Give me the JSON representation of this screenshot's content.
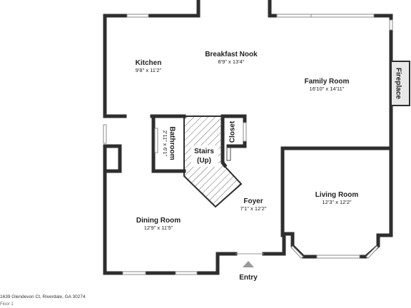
{
  "rooms": {
    "kitchen": {
      "name": "Kitchen",
      "dims": "9'8\" x 11'2\""
    },
    "breakfast_nook": {
      "name": "Breakfast Nook",
      "dims": "8'9\" x 13'4\""
    },
    "family_room": {
      "name": "Family Room",
      "dims": "16'10\" x 14'11\""
    },
    "fireplace": {
      "name": "Fireplace"
    },
    "bathroom": {
      "name": "Bathroom",
      "dims": "2'11\" x 6'1\""
    },
    "closet": {
      "name": "Closet"
    },
    "stairs": {
      "name": "Stairs",
      "note": "(Up)"
    },
    "foyer": {
      "name": "Foyer",
      "dims": "7'1\" x 12'2\""
    },
    "living_room": {
      "name": "Living Room",
      "dims": "12'3\" x 12'2\""
    },
    "dining_room": {
      "name": "Dining Room",
      "dims": "12'9\" x 11'5\""
    }
  },
  "entry": {
    "label": "Entry"
  },
  "footer": {
    "address": "1639 Glendevon Ct, Riverdale, GA 30274",
    "note": "Floor 1"
  }
}
